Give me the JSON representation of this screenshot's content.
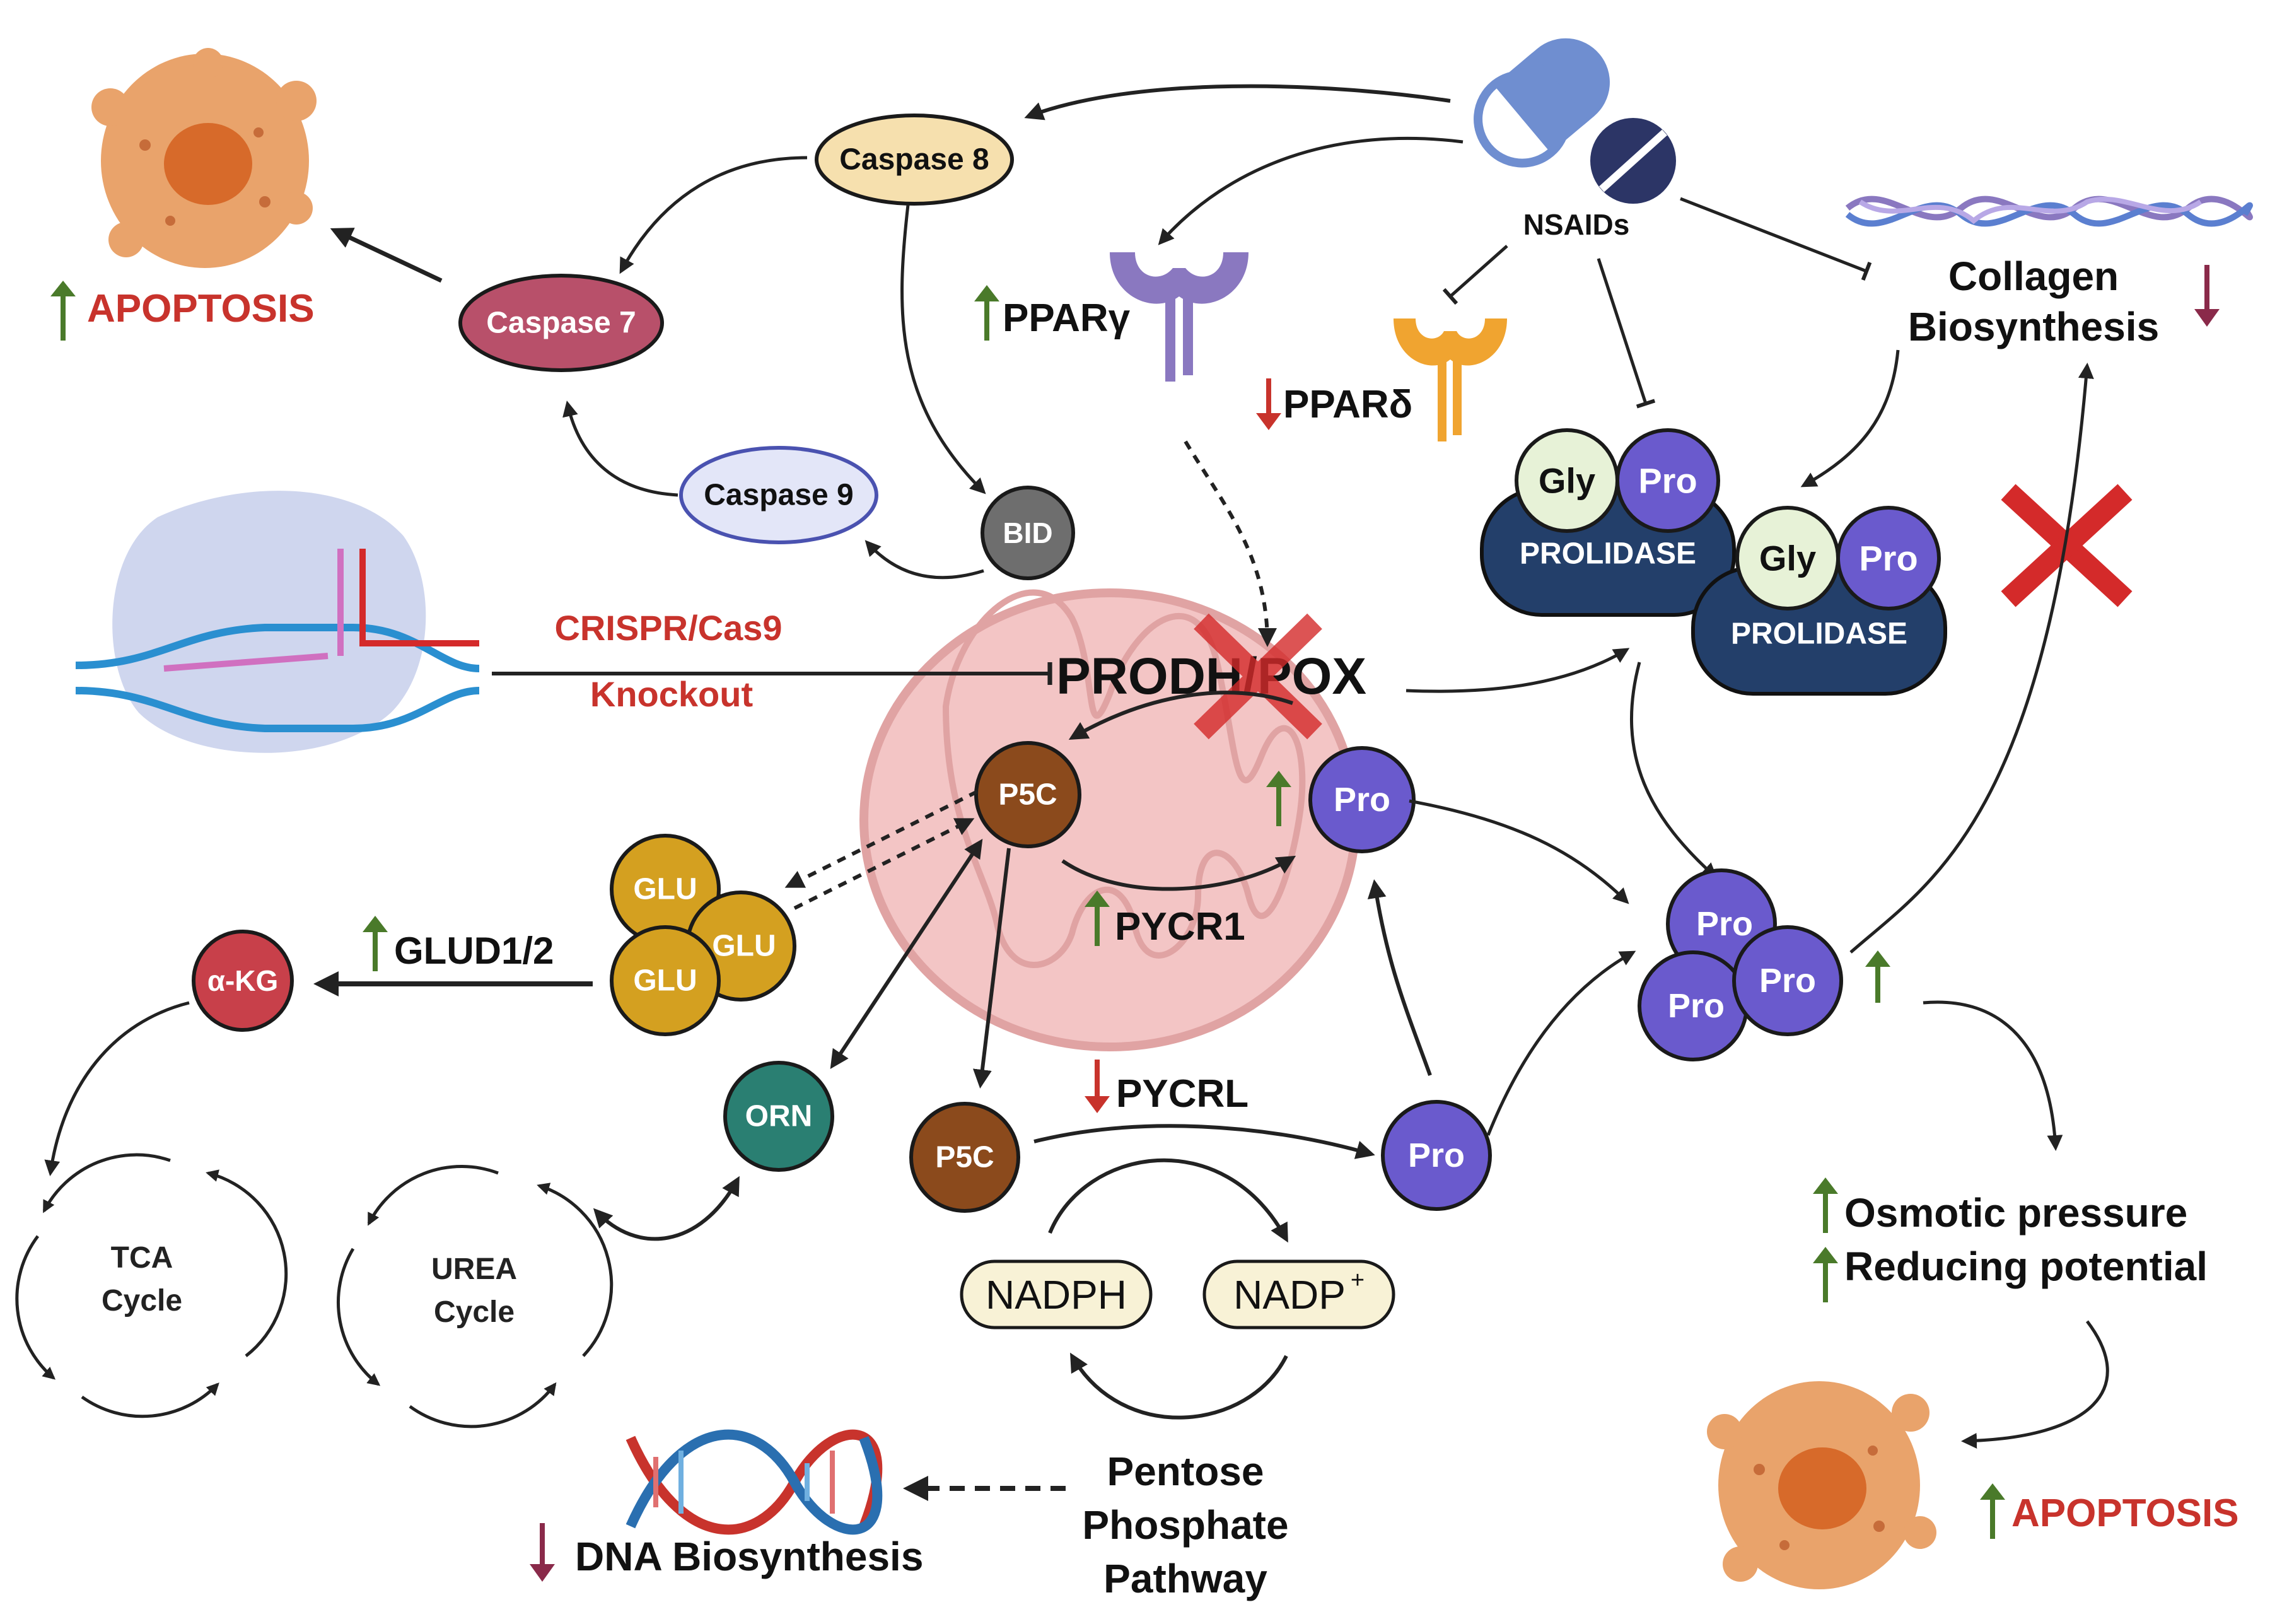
{
  "labels": {
    "apoptosis_top": "APOPTOSIS",
    "apoptosis_bottom": "APOPTOSIS",
    "caspase8": "Caspase 8",
    "caspase7": "Caspase 7",
    "caspase9": "Caspase 9",
    "bid": "BID",
    "nsaids": "NSAIDs",
    "ppar_gamma": "PPARγ",
    "ppar_delta": "PPARδ",
    "collagen_line1": "Collagen",
    "collagen_line2": "Biosynthesis",
    "gly": "Gly",
    "pro": "Pro",
    "prolidase": "PROLIDASE",
    "crispr_line1": "CRISPR/Cas9",
    "crispr_line2": "Knockout",
    "prodh": "PRODH/POX",
    "p5c": "P5C",
    "pycr1": "PYCR1",
    "pycrl": "PYCRL",
    "glu": "GLU",
    "glud": "GLUD1/2",
    "akg": "α-KG",
    "orn": "ORN",
    "tca_line1": "TCA",
    "tca_line2": "Cycle",
    "urea_line1": "UREA",
    "urea_line2": "Cycle",
    "nadph": "NADPH",
    "nadp": "NADP",
    "nadp_sup": "+",
    "ppp_line1": "Pentose",
    "ppp_line2": "Phosphate",
    "ppp_line3": "Pathway",
    "dna": "DNA Biosynthesis",
    "osmotic": "Osmotic pressure",
    "reducing": "Reducing potential"
  },
  "colors": {
    "up_arrow": "#4a7a2a",
    "down_arrow_red": "#c8332c",
    "down_arrow_maroon": "#8a2a4a",
    "pro_node": "#6a5acd",
    "p5c_node": "#8b4a1c",
    "glu_node": "#d4a020",
    "akg_node": "#c8404a",
    "orn_node": "#2a7f72",
    "prolidase": "#233f6a",
    "red_x": "#d42a2a"
  },
  "icons": {
    "cell": "apoptotic-cell-icon",
    "pill": "pill-icon",
    "receptor": "receptor-icon",
    "collagen": "collagen-helix-icon",
    "dna": "dna-helix-icon",
    "crispr": "crispr-dna-icon",
    "mitochondrion": "mitochondrion-icon"
  }
}
